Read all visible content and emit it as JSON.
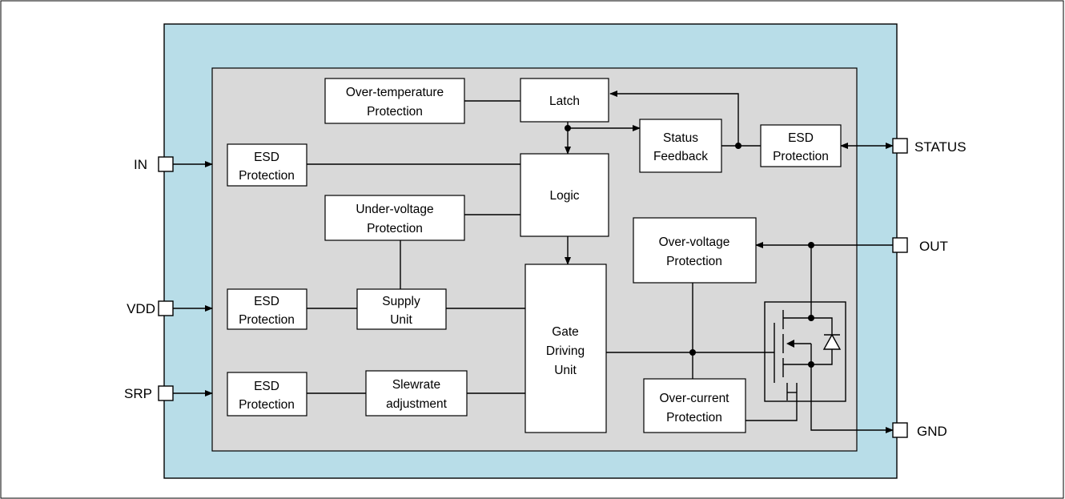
{
  "colors": {
    "package": "#b8dde8",
    "core": "#d9d9d9",
    "block": "#ffffff",
    "line": "#000000"
  },
  "pins": {
    "in": "IN",
    "vdd": "VDD",
    "srp": "SRP",
    "status": "STATUS",
    "out": "OUT",
    "gnd": "GND"
  },
  "blocks": {
    "otp": [
      "Over-temperature",
      "Protection"
    ],
    "latch": [
      "Latch"
    ],
    "status_feedback": [
      "Status",
      "Feedback"
    ],
    "esd_status": [
      "ESD",
      "Protection"
    ],
    "esd_in": [
      "ESD",
      "Protection"
    ],
    "logic": [
      "Logic"
    ],
    "uvp": [
      "Under-voltage",
      "Protection"
    ],
    "ovp": [
      "Over-voltage",
      "Protection"
    ],
    "esd_vdd": [
      "ESD",
      "Protection"
    ],
    "supply": [
      "Supply",
      "Unit"
    ],
    "gate": [
      "Gate",
      "Driving",
      "Unit"
    ],
    "esd_srp": [
      "ESD",
      "Protection"
    ],
    "slewrate": [
      "Slewrate",
      "adjustment"
    ],
    "ocp": [
      "Over-current",
      "Protection"
    ]
  },
  "symbols": {
    "mosfet": "power-mosfet-icon",
    "diode": "body-diode-icon"
  }
}
